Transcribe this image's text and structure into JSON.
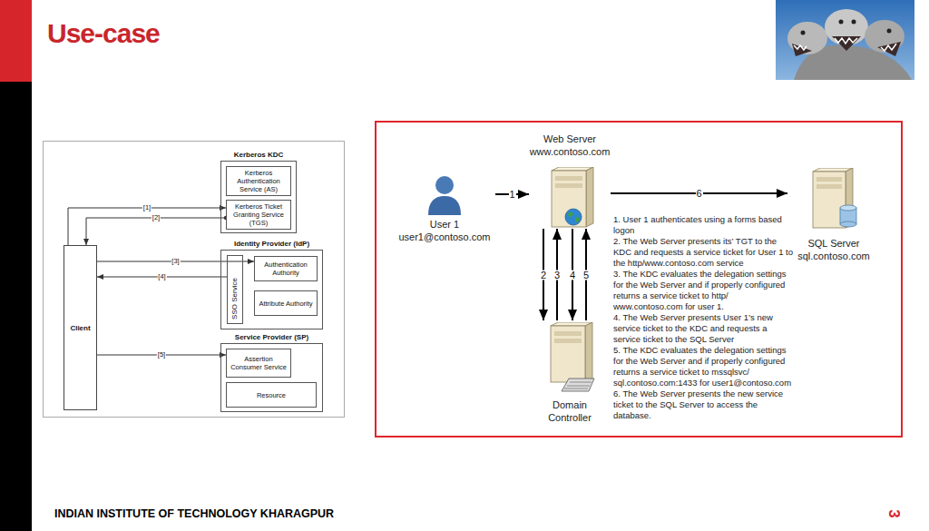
{
  "diagram": {
    "title": "Use-case",
    "nodes": [
      {
        "text": [
          "Kerberos KDC"
        ]
      },
      {
        "text": [
          "Kerberos Authentication Service (AS)"
        ],
        "in": 0
      },
      {
        "text": [
          "Kerberos Ticket Granting Service (TGS)"
        ],
        "in": 0
      },
      {
        "text": [
          "Identity Provider (IdP)"
        ]
      },
      {
        "text": [
          "SSO Service"
        ],
        "in": 3
      },
      {
        "text": [
          "Authentication Authority"
        ],
        "in": 3
      },
      {
        "text": [
          "Attribute Authority"
        ],
        "in": 3
      },
      {
        "text": [
          "Service Provider (SP)"
        ]
      },
      {
        "text": [
          "Assertion Consumer Service"
        ],
        "in": 7
      },
      {
        "text": [
          "Resource"
        ],
        "in": 7
      },
      {
        "text": [
          "Client"
        ]
      },
      {
        "text": [
          "User 1",
          "user1@contoso.com"
        ]
      },
      {
        "text": [
          "Web Server",
          "www.contoso.com"
        ]
      },
      {
        "text": [
          "SQL Server",
          "sql.contoso.com"
        ]
      },
      {
        "text": [
          "Domain Controller"
        ]
      }
    ],
    "edges": [
      {
        "from": 10,
        "to": 2,
        "label": "[1]",
        "arrow": "to"
      },
      {
        "from": 2,
        "to": 10,
        "label": "[2]",
        "arrow": "to"
      },
      {
        "from": 10,
        "to": 5,
        "label": "[3]",
        "arrow": "to"
      },
      {
        "from": 4,
        "to": 10,
        "label": "[4]",
        "arrow": "to"
      },
      {
        "from": 10,
        "to": 8,
        "label": "[5]",
        "arrow": "to"
      },
      {
        "from": 11,
        "to": 12,
        "label": "1",
        "arrow": "to"
      },
      {
        "from": 12,
        "to": 14,
        "label": "2",
        "arrow": "to"
      },
      {
        "from": 14,
        "to": 12,
        "label": "3",
        "arrow": "to"
      },
      {
        "from": 12,
        "to": 14,
        "label": "4",
        "arrow": "to"
      },
      {
        "from": 14,
        "to": 12,
        "label": "5",
        "arrow": "to"
      },
      {
        "from": 12,
        "to": 13,
        "label": "6",
        "arrow": "to"
      }
    ],
    "labels": [
      "1. User 1 authenticates using a forms based logon",
      "2. The Web Server presents its’ TGT to the KDC and requests a service ticket for User 1 to the http/www.contoso.com service",
      "3. The KDC evaluates the delegation settings for the Web Server and if properly configured returns a service ticket to http/ www.contoso.com for user 1.",
      "4. The Web Server presents User 1’s new service ticket to the KDC and requests a service ticket to the SQL Server",
      "5. The KDC evaluates the delegation settings for the Web Server and if properly configured returns a service ticket to mssqlsvc/ sql.contoso.com:1433 for user1@contoso.com",
      "6. The Web Server presents the new service ticket to the SQL Server to access the database.",
      "INDIAN INSTITUTE OF TECHNOLOGY KHARAGPUR",
      "3"
    ]
  }
}
